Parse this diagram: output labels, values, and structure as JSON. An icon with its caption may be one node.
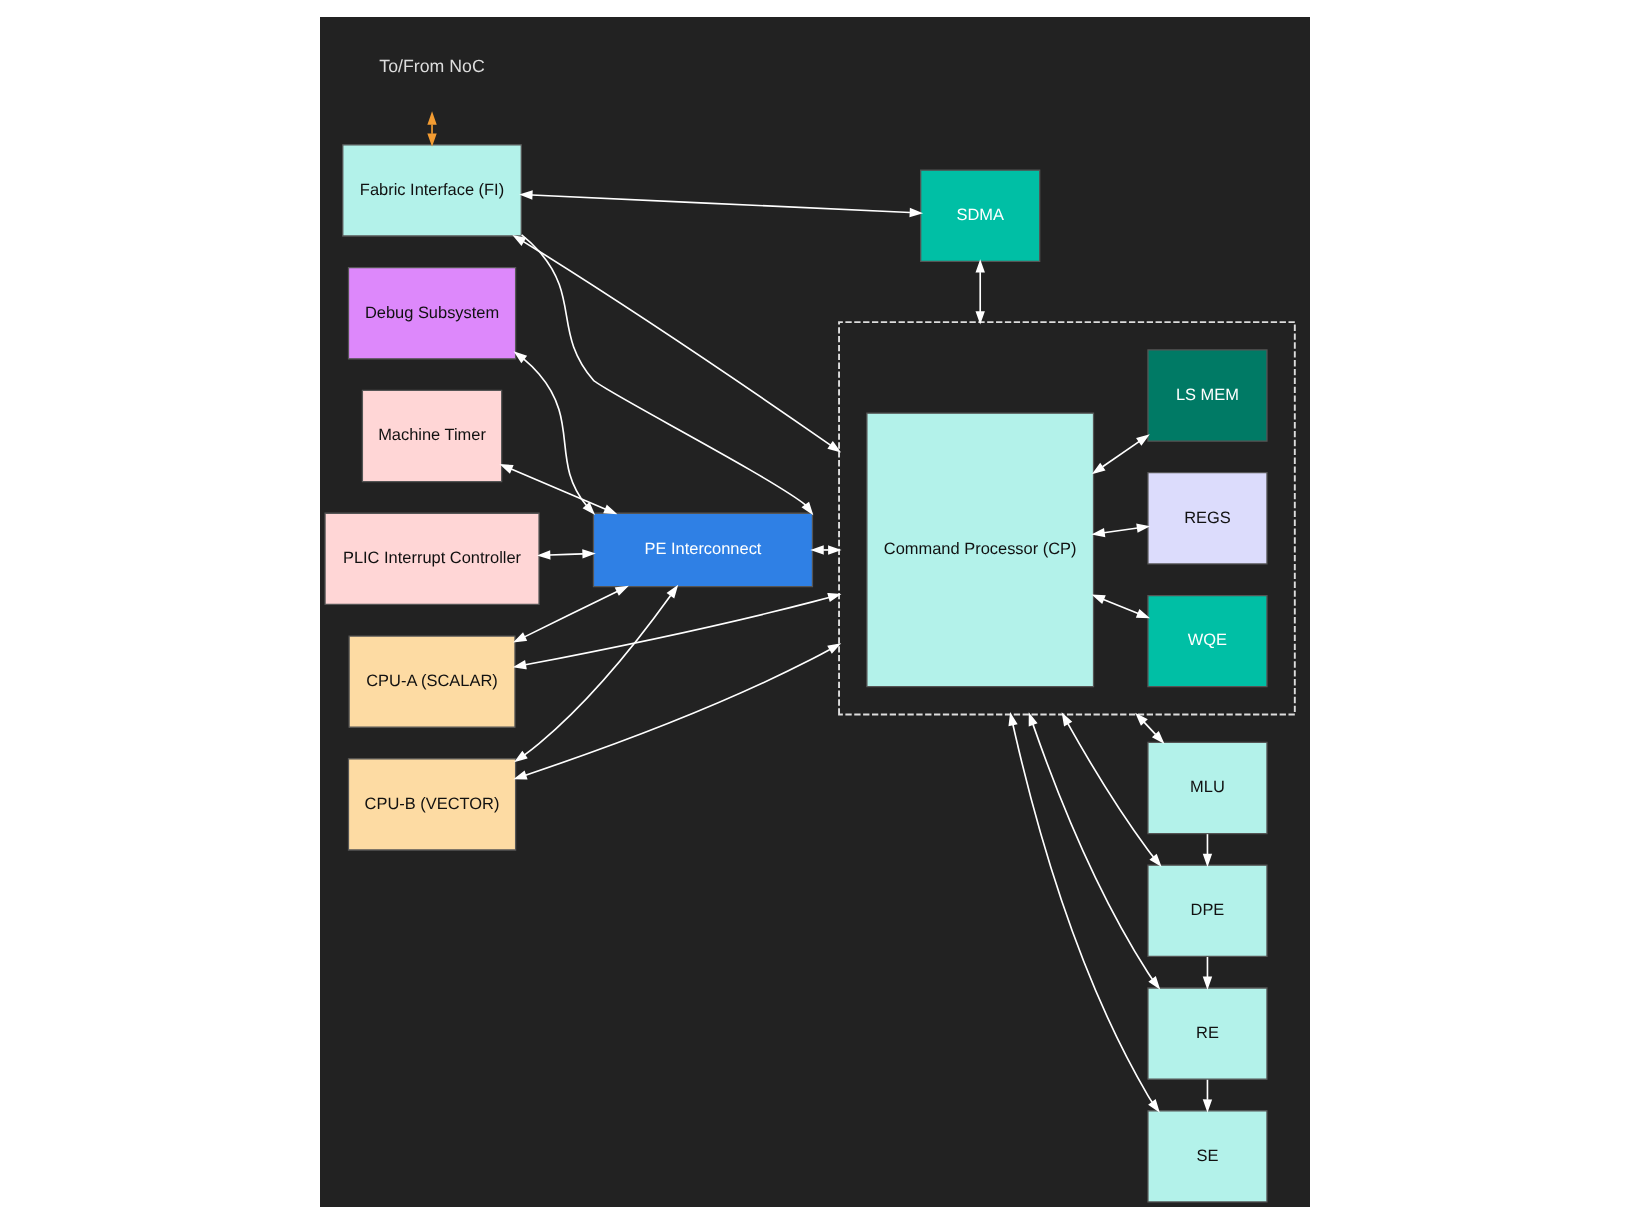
{
  "diagram": {
    "nodes": [
      {
        "text": [
          "To/From NoC"
        ]
      },
      {
        "text": [
          "Fabric Interface (FI)"
        ]
      },
      {
        "text": [
          "SDMA"
        ]
      },
      {
        "text": [
          "Debug Subsystem"
        ]
      },
      {
        "text": [
          "Machine Timer"
        ]
      },
      {
        "text": [
          "PLIC Interrupt Controller"
        ]
      },
      {
        "text": [
          "PE Interconnect"
        ]
      },
      {
        "text": [
          "CPU-A (SCALAR)"
        ]
      },
      {
        "text": [
          "CPU-B (VECTOR)"
        ]
      },
      {
        "text": [],
        "shape": "box"
      },
      {
        "text": [
          "Command Processor (CP)"
        ],
        "in": 9
      },
      {
        "text": [
          "WQE"
        ],
        "in": 9
      },
      {
        "text": [
          "REGS"
        ],
        "in": 9
      },
      {
        "text": [
          "LS MEM"
        ],
        "in": 9
      },
      {
        "text": [
          "MLU"
        ]
      },
      {
        "text": [
          "DPE"
        ]
      },
      {
        "text": [
          "RE"
        ]
      },
      {
        "text": [
          "SE"
        ]
      }
    ],
    "edges": [
      {
        "from": 0,
        "to": 1,
        "arrow": "both",
        "color": "#f39c32"
      },
      {
        "from": 1,
        "to": 2,
        "arrow": "both"
      },
      {
        "from": 1,
        "to": 6,
        "arrow": "to"
      },
      {
        "from": 1,
        "to": 9,
        "arrow": "both"
      },
      {
        "from": 2,
        "to": 9,
        "arrow": "both"
      },
      {
        "from": 3,
        "to": 6,
        "arrow": "both"
      },
      {
        "from": 4,
        "to": 6,
        "arrow": "both"
      },
      {
        "from": 5,
        "to": 6,
        "arrow": "both"
      },
      {
        "from": 6,
        "to": 7,
        "arrow": "both"
      },
      {
        "from": 6,
        "to": 8,
        "arrow": "both"
      },
      {
        "from": 7,
        "to": 9,
        "arrow": "both"
      },
      {
        "from": 6,
        "to": 9,
        "arrow": "both"
      },
      {
        "from": 8,
        "to": 9,
        "arrow": "both"
      },
      {
        "from": 10,
        "to": 11,
        "arrow": "both"
      },
      {
        "from": 10,
        "to": 12,
        "arrow": "both"
      },
      {
        "from": 10,
        "to": 13,
        "arrow": "both"
      },
      {
        "from": 9,
        "to": 14,
        "arrow": "both"
      },
      {
        "from": 9,
        "to": 15,
        "arrow": "both"
      },
      {
        "from": 9,
        "to": 16,
        "arrow": "both"
      },
      {
        "from": 9,
        "to": 17,
        "arrow": "both"
      },
      {
        "from": 14,
        "to": 15,
        "arrow": "to"
      },
      {
        "from": 15,
        "to": 16,
        "arrow": "to"
      },
      {
        "from": 16,
        "to": 17,
        "arrow": "to"
      }
    ]
  }
}
